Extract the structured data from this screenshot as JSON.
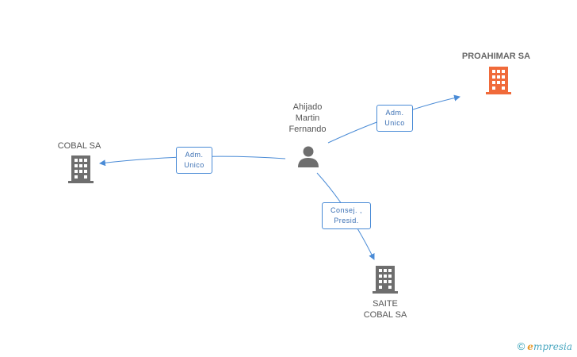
{
  "nodes": {
    "person": {
      "name_lines": [
        "Ahijado",
        "Martin",
        "Fernando"
      ]
    },
    "proahimar": {
      "name": "PROAHIMAR SA"
    },
    "cobal": {
      "name": "COBAL SA"
    },
    "saite": {
      "name_lines": [
        "SAITE",
        "COBAL SA"
      ]
    }
  },
  "edges": {
    "to_proahimar": {
      "label_lines": [
        "Adm.",
        "Unico"
      ]
    },
    "to_cobal": {
      "label_lines": [
        "Adm.",
        "Unico"
      ]
    },
    "to_saite": {
      "label_lines": [
        "Consej. ,",
        "Presid."
      ]
    }
  },
  "colors": {
    "edge": "#4a8bd6",
    "building": "#6e6e6e",
    "building_highlight": "#f06a3a",
    "person": "#6e6e6e"
  },
  "footer": {
    "copyright": "©",
    "brand_first": "e",
    "brand_rest": "mpresia"
  }
}
